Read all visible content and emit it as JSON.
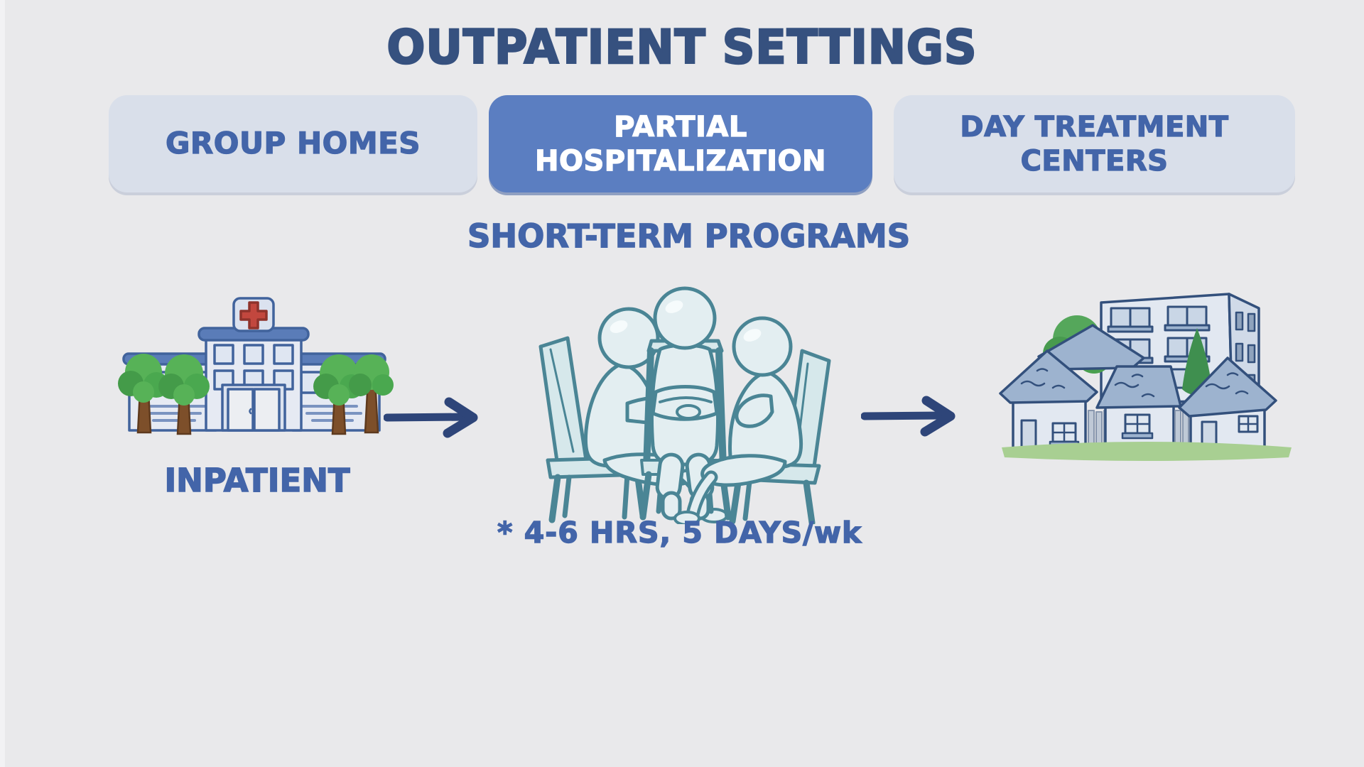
{
  "title": "OUTPATIENT SETTINGS",
  "boxes": [
    {
      "id": "group-homes",
      "lines": [
        "GROUP HOMES",
        ""
      ],
      "style": "light"
    },
    {
      "id": "partial-hospitalization",
      "lines": [
        "PARTIAL",
        "HOSPITALIZATION"
      ],
      "style": "highlighted"
    },
    {
      "id": "day-treatment-centers",
      "lines": [
        "DAY TREATMENT",
        "CENTERS"
      ],
      "style": "light"
    }
  ],
  "subtitle": "SHORT-TERM PROGRAMS",
  "labels": {
    "inpatient": "INPATIENT",
    "schedule_note": "* 4-6 HRS, 5 DAYS/wk"
  },
  "icons": [
    {
      "name": "hospital-illustration",
      "desc": "hospital building with red cross sign and trees"
    },
    {
      "name": "group-therapy-illustration",
      "desc": "three people seated on chairs in a circle"
    },
    {
      "name": "neighborhood-illustration",
      "desc": "houses and apartment building with trees"
    },
    {
      "name": "arrow-right-icon",
      "desc": "hand-drawn right arrow"
    }
  ],
  "colors": {
    "background": "#e9e9eb",
    "title_text": "#36517f",
    "box_light_bg": "#d9dfea",
    "box_light_text": "#4365a9",
    "box_highlight_bg": "#5b7ec1",
    "box_highlight_text": "#ffffff",
    "subtitle_text": "#4365a9",
    "arrow": "#2e4579",
    "figure_outline": "#4a8595",
    "figure_fill": "#e3eef1",
    "roof": "#9db3cf",
    "tree_green": "#55a75b",
    "grass": "#a8cf92",
    "cross_red": "#c2473e"
  }
}
